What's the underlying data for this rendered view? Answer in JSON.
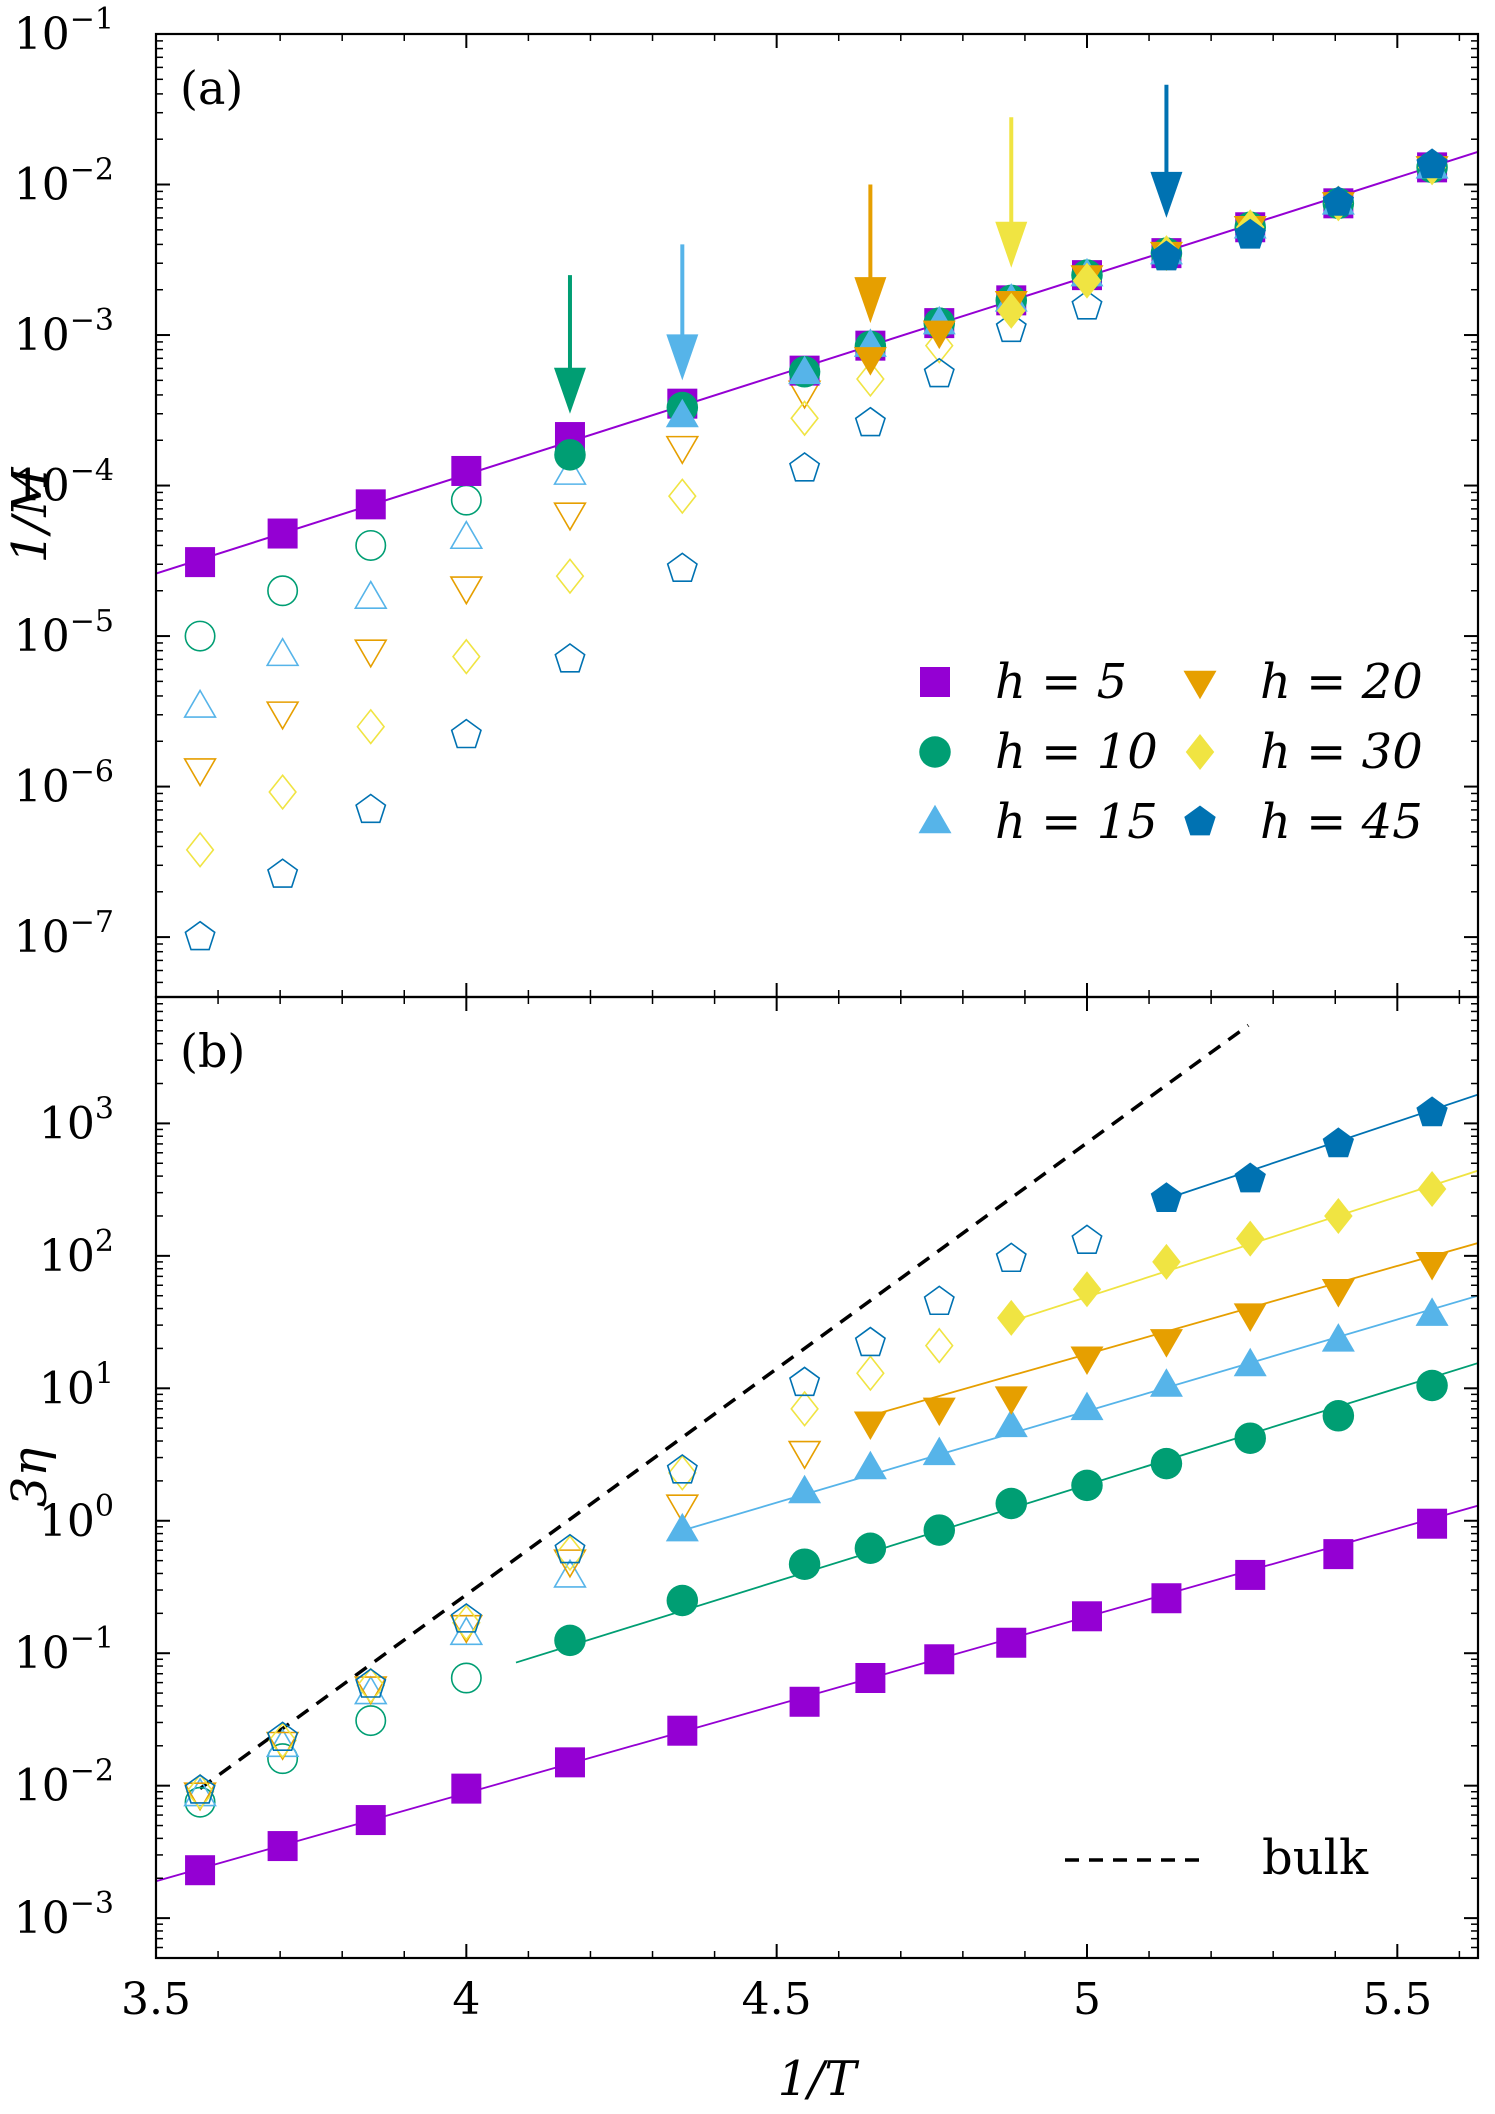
{
  "chart_data": [
    {
      "panel": "(a)",
      "type": "scatter",
      "ylabel": "1/M",
      "yscale": "log",
      "xlim": [
        3.5,
        5.63
      ],
      "ylim": [
        4e-08,
        0.1
      ],
      "yticks": [
        {
          "v": 1e-07,
          "e": "−7"
        },
        {
          "v": 1e-06,
          "e": "−6"
        },
        {
          "v": 1e-05,
          "e": "−5"
        },
        {
          "v": 0.0001,
          "e": "−4"
        },
        {
          "v": 0.001,
          "e": "−3"
        },
        {
          "v": 0.01,
          "e": "−2"
        },
        {
          "v": 0.1,
          "e": "−1"
        }
      ],
      "legend": {
        "placement": "lower-right",
        "entries": [
          "h = 5",
          "h = 10",
          "h = 15",
          "h = 20",
          "h = 30",
          "h = 45"
        ]
      },
      "fit_line": {
        "color": "#9400d3",
        "x": [
          3.5,
          5.63
        ],
        "y": [
          2.6e-05,
          0.0165
        ]
      },
      "arrows": [
        {
          "x": 4.167,
          "color": "#009e73",
          "y_top": 0.0025,
          "y_tip": 0.0003
        },
        {
          "x": 4.348,
          "color": "#56b4e9",
          "y_top": 0.004,
          "y_tip": 0.0005
        },
        {
          "x": 4.651,
          "color": "#e69f00",
          "y_top": 0.01,
          "y_tip": 0.0012
        },
        {
          "x": 4.878,
          "color": "#f0e442",
          "y_top": 0.028,
          "y_tip": 0.0028
        },
        {
          "x": 5.128,
          "color": "#0072b2",
          "y_top": 0.046,
          "y_tip": 0.006
        }
      ],
      "series": [
        {
          "name": "h = 5",
          "marker": "square",
          "color": "#9400d3",
          "filled": [
            [
              3.571,
              3.1e-05
            ],
            [
              3.704,
              4.8e-05
            ],
            [
              3.846,
              7.5e-05
            ],
            [
              4.0,
              0.000125
            ],
            [
              4.167,
              0.00021
            ],
            [
              4.348,
              0.00035
            ],
            [
              4.545,
              0.00058
            ],
            [
              4.651,
              0.00085
            ],
            [
              4.762,
              0.0012
            ],
            [
              4.878,
              0.0017
            ],
            [
              5.0,
              0.0025
            ],
            [
              5.128,
              0.0035
            ],
            [
              5.263,
              0.0052
            ],
            [
              5.405,
              0.0075
            ],
            [
              5.556,
              0.013
            ]
          ],
          "open": []
        },
        {
          "name": "h = 10",
          "marker": "circle",
          "color": "#009e73",
          "filled": [
            [
              4.167,
              0.00016
            ],
            [
              4.348,
              0.00033
            ],
            [
              4.545,
              0.00057
            ],
            [
              4.651,
              0.00084
            ],
            [
              4.762,
              0.0012
            ],
            [
              4.878,
              0.0017
            ],
            [
              5.0,
              0.0025
            ],
            [
              5.128,
              0.0035
            ],
            [
              5.263,
              0.0052
            ],
            [
              5.405,
              0.0075
            ],
            [
              5.556,
              0.013
            ]
          ],
          "open": [
            [
              3.571,
              1e-05
            ],
            [
              3.704,
              2e-05
            ],
            [
              3.846,
              4e-05
            ],
            [
              4.0,
              8e-05
            ]
          ]
        },
        {
          "name": "h = 15",
          "marker": "triangle-up",
          "color": "#56b4e9",
          "filled": [
            [
              4.348,
              0.00029
            ],
            [
              4.545,
              0.00056
            ],
            [
              4.651,
              0.00085
            ],
            [
              4.762,
              0.0012
            ],
            [
              4.878,
              0.0017
            ],
            [
              5.0,
              0.0025
            ],
            [
              5.128,
              0.0035
            ],
            [
              5.263,
              0.0052
            ],
            [
              5.405,
              0.0075
            ],
            [
              5.556,
              0.013
            ]
          ],
          "open": [
            [
              3.571,
              3.4e-06
            ],
            [
              3.704,
              7.5e-06
            ],
            [
              3.846,
              1.8e-05
            ],
            [
              4.0,
              4.5e-05
            ],
            [
              4.167,
              0.00012
            ]
          ]
        },
        {
          "name": "h = 20",
          "marker": "triangle-down",
          "color": "#e69f00",
          "filled": [
            [
              4.651,
              0.0007
            ],
            [
              4.762,
              0.00105
            ],
            [
              4.878,
              0.00165
            ],
            [
              5.0,
              0.00245
            ],
            [
              5.128,
              0.0035
            ],
            [
              5.263,
              0.0052
            ],
            [
              5.405,
              0.0075
            ],
            [
              5.556,
              0.013
            ]
          ],
          "open": [
            [
              3.571,
              1.3e-06
            ],
            [
              3.704,
              3.1e-06
            ],
            [
              3.846,
              8e-06
            ],
            [
              4.0,
              2.1e-05
            ],
            [
              4.167,
              6.5e-05
            ],
            [
              4.348,
              0.00018
            ],
            [
              4.545,
              0.00042
            ]
          ]
        },
        {
          "name": "h = 30",
          "marker": "diamond",
          "color": "#f0e442",
          "filled": [
            [
              4.878,
              0.00145
            ],
            [
              5.0,
              0.0023
            ],
            [
              5.128,
              0.0035
            ],
            [
              5.263,
              0.0052
            ],
            [
              5.405,
              0.0075
            ],
            [
              5.556,
              0.013
            ]
          ],
          "open": [
            [
              3.571,
              3.8e-07
            ],
            [
              3.704,
              9.2e-07
            ],
            [
              3.846,
              2.5e-06
            ],
            [
              4.0,
              7.3e-06
            ],
            [
              4.167,
              2.5e-05
            ],
            [
              4.348,
              8.5e-05
            ],
            [
              4.545,
              0.00028
            ],
            [
              4.651,
              0.00051
            ],
            [
              4.762,
              0.00085
            ]
          ]
        },
        {
          "name": "h = 45",
          "marker": "pentagon",
          "color": "#0072b2",
          "filled": [
            [
              5.128,
              0.0033
            ],
            [
              5.263,
              0.0046
            ],
            [
              5.405,
              0.0076
            ],
            [
              5.556,
              0.0135
            ]
          ],
          "open": [
            [
              3.571,
              1e-07
            ],
            [
              3.704,
              2.6e-07
            ],
            [
              3.846,
              7e-07
            ],
            [
              4.0,
              2.2e-06
            ],
            [
              4.167,
              7e-06
            ],
            [
              4.348,
              2.8e-05
            ],
            [
              4.545,
              0.00013
            ],
            [
              4.651,
              0.00026
            ],
            [
              4.762,
              0.00055
            ],
            [
              4.878,
              0.0011
            ],
            [
              5.0,
              0.00155
            ]
          ]
        }
      ]
    },
    {
      "panel": "(b)",
      "type": "scatter",
      "xlabel": "1/T",
      "ylabel": "3η",
      "yscale": "log",
      "xlim": [
        3.5,
        5.63
      ],
      "ylim": [
        0.0005,
        9000
      ],
      "xticks": [
        3.5,
        4,
        4.5,
        5,
        5.5
      ],
      "xtick_labels": [
        "3.5",
        "4",
        "4.5",
        "5",
        "5.5"
      ],
      "yticks": [
        {
          "v": 0.001,
          "e": "−3"
        },
        {
          "v": 0.01,
          "e": "−2"
        },
        {
          "v": 0.1,
          "e": "−1"
        },
        {
          "v": 1,
          "e": "0"
        },
        {
          "v": 10,
          "e": "1"
        },
        {
          "v": 100,
          "e": "2"
        },
        {
          "v": 1000,
          "e": "3"
        }
      ],
      "legend": {
        "placement": "lower-right",
        "entries": [
          "bulk"
        ]
      },
      "bulk_line": {
        "x": [
          3.571,
          5.26
        ],
        "y": [
          0.0095,
          5500
        ]
      },
      "fit_lines": [
        {
          "color": "#9400d3",
          "x": [
            3.5,
            5.63
          ],
          "y": [
            0.0019,
            1.3
          ]
        },
        {
          "color": "#009e73",
          "x": [
            4.08,
            5.63
          ],
          "y": [
            0.085,
            15.5
          ]
        },
        {
          "color": "#56b4e9",
          "x": [
            4.35,
            5.63
          ],
          "y": [
            0.85,
            50
          ]
        },
        {
          "color": "#e69f00",
          "x": [
            4.65,
            5.63
          ],
          "y": [
            6.2,
            125
          ]
        },
        {
          "color": "#f0e442",
          "x": [
            4.878,
            5.63
          ],
          "y": [
            32,
            440
          ]
        },
        {
          "color": "#0072b2",
          "x": [
            5.128,
            5.63
          ],
          "y": [
            270,
            1650
          ]
        }
      ],
      "series": [
        {
          "name": "h = 5",
          "marker": "square",
          "color": "#9400d3",
          "filled": [
            [
              3.571,
              0.0023
            ],
            [
              3.704,
              0.0035
            ],
            [
              3.846,
              0.0055
            ],
            [
              4.0,
              0.0095
            ],
            [
              4.167,
              0.015
            ],
            [
              4.348,
              0.026
            ],
            [
              4.545,
              0.043
            ],
            [
              4.651,
              0.065
            ],
            [
              4.762,
              0.09
            ],
            [
              4.878,
              0.12
            ],
            [
              5.0,
              0.19
            ],
            [
              5.128,
              0.26
            ],
            [
              5.263,
              0.39
            ],
            [
              5.405,
              0.56
            ],
            [
              5.556,
              0.95
            ]
          ],
          "open": []
        },
        {
          "name": "h = 10",
          "marker": "circle",
          "color": "#009e73",
          "filled": [
            [
              4.167,
              0.125
            ],
            [
              4.348,
              0.25
            ],
            [
              4.545,
              0.47
            ],
            [
              4.651,
              0.62
            ],
            [
              4.762,
              0.85
            ],
            [
              4.878,
              1.35
            ],
            [
              5.0,
              1.85
            ],
            [
              5.128,
              2.7
            ],
            [
              5.263,
              4.2
            ],
            [
              5.405,
              6.2
            ],
            [
              5.556,
              10.5
            ]
          ],
          "open": [
            [
              3.571,
              0.0075
            ],
            [
              3.704,
              0.016
            ],
            [
              3.846,
              0.031
            ],
            [
              4.0,
              0.065
            ]
          ]
        },
        {
          "name": "h = 15",
          "marker": "triangle-up",
          "color": "#56b4e9",
          "filled": [
            [
              4.348,
              0.85
            ],
            [
              4.545,
              1.65
            ],
            [
              4.651,
              2.5
            ],
            [
              4.762,
              3.2
            ],
            [
              4.878,
              5.2
            ],
            [
              5.0,
              7.0
            ],
            [
              5.128,
              10.5
            ],
            [
              5.263,
              15
            ],
            [
              5.405,
              23
            ],
            [
              5.556,
              36
            ]
          ],
          "open": [
            [
              3.571,
              0.0085
            ],
            [
              3.704,
              0.02
            ],
            [
              3.846,
              0.05
            ],
            [
              4.0,
              0.14
            ],
            [
              4.167,
              0.38
            ]
          ]
        },
        {
          "name": "h = 20",
          "marker": "triangle-down",
          "color": "#e69f00",
          "filled": [
            [
              4.651,
              5.5
            ],
            [
              4.762,
              7.0
            ],
            [
              4.878,
              8.5
            ],
            [
              5.0,
              17
            ],
            [
              5.128,
              23
            ],
            [
              5.263,
              36
            ],
            [
              5.405,
              55
            ],
            [
              5.556,
              88
            ]
          ],
          "open": [
            [
              3.571,
              0.0087
            ],
            [
              3.704,
              0.021
            ],
            [
              3.846,
              0.055
            ],
            [
              4.0,
              0.16
            ],
            [
              4.167,
              0.5
            ],
            [
              4.348,
              1.3
            ],
            [
              4.545,
              3.3
            ]
          ]
        },
        {
          "name": "h = 30",
          "marker": "diamond",
          "color": "#f0e442",
          "filled": [
            [
              4.878,
              34
            ],
            [
              5.0,
              56
            ],
            [
              5.128,
              90
            ],
            [
              5.263,
              135
            ],
            [
              5.405,
              200
            ],
            [
              5.556,
              320
            ]
          ],
          "open": [
            [
              3.571,
              0.009
            ],
            [
              3.704,
              0.022
            ],
            [
              3.846,
              0.057
            ],
            [
              4.0,
              0.17
            ],
            [
              4.167,
              0.57
            ],
            [
              4.348,
              2.3
            ],
            [
              4.545,
              7.0
            ],
            [
              4.651,
              13
            ],
            [
              4.762,
              21
            ]
          ]
        },
        {
          "name": "h = 45",
          "marker": "pentagon",
          "color": "#0072b2",
          "filled": [
            [
              5.128,
              270
            ],
            [
              5.263,
              380
            ],
            [
              5.405,
              700
            ],
            [
              5.556,
              1200
            ]
          ],
          "open": [
            [
              3.571,
              0.0092
            ],
            [
              3.704,
              0.023
            ],
            [
              3.846,
              0.058
            ],
            [
              4.0,
              0.18
            ],
            [
              4.167,
              0.6
            ],
            [
              4.348,
              2.4
            ],
            [
              4.545,
              11
            ],
            [
              4.651,
              22
            ],
            [
              4.762,
              45
            ],
            [
              4.878,
              95
            ],
            [
              5.0,
              130
            ]
          ]
        }
      ]
    }
  ]
}
